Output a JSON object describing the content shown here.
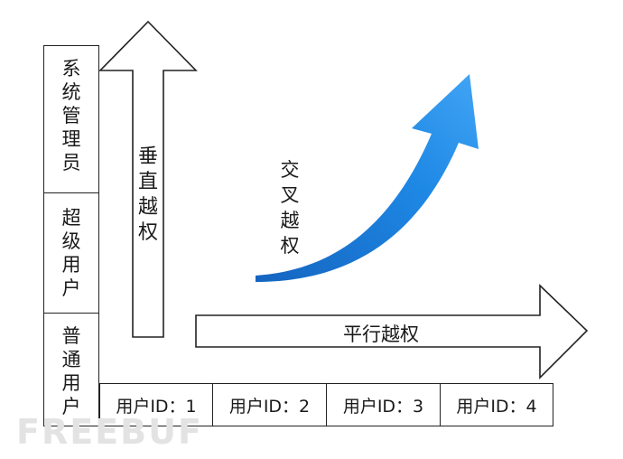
{
  "roles": [
    {
      "label": "系统管理员"
    },
    {
      "label": "超级用户"
    },
    {
      "label": "普通用户"
    }
  ],
  "user_ids": [
    "用户ID：1",
    "用户ID：2",
    "用户ID：3",
    "用户ID：4"
  ],
  "vertical_arrow_label": "垂直越权",
  "horizontal_arrow_label": "平行越权",
  "cross_label": "交叉越权",
  "watermark": "FREEBUF",
  "colors": {
    "curve_arrow": "#1e88e5",
    "border": "#222222"
  }
}
